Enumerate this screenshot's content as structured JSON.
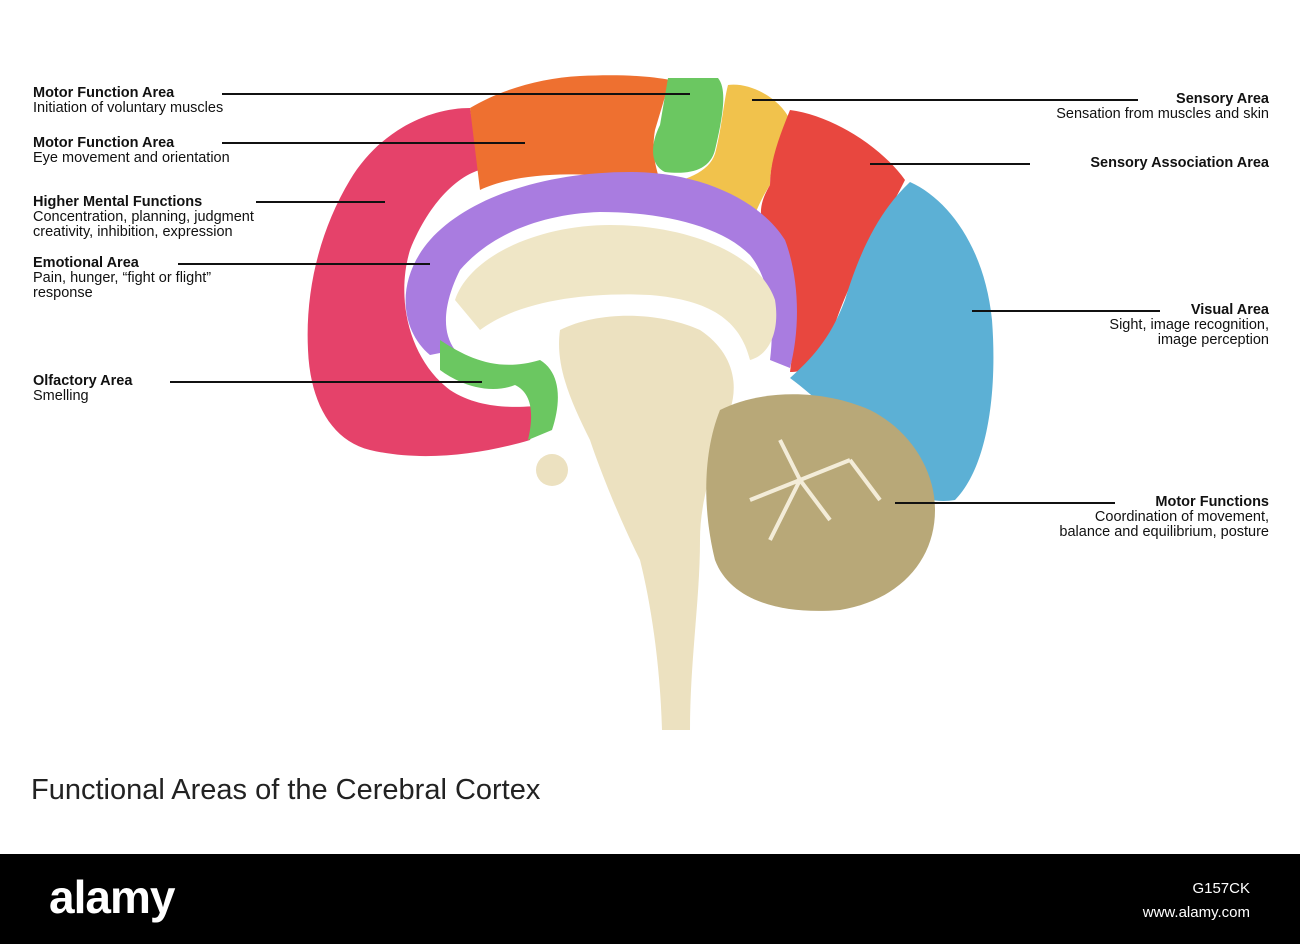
{
  "labels": {
    "motor_voluntary": {
      "title": "Motor Function Area",
      "desc": [
        "Initiation of voluntary muscles"
      ]
    },
    "motor_eye": {
      "title": "Motor Function Area",
      "desc": [
        "Eye movement and orientation"
      ]
    },
    "higher_mental": {
      "title": "Higher Mental Functions",
      "desc": [
        "Concentration, planning, judgment",
        "creativity, inhibition, expression"
      ]
    },
    "emotional": {
      "title": "Emotional Area",
      "desc": [
        "Pain, hunger, “fight or flight”",
        "response"
      ]
    },
    "olfactory": {
      "title": "Olfactory Area",
      "desc": [
        "Smelling"
      ]
    },
    "sensory": {
      "title": "Sensory Area",
      "desc": [
        "Sensation from muscles and skin"
      ]
    },
    "sensory_assoc": {
      "title": "Sensory Association Area",
      "desc": []
    },
    "visual": {
      "title": "Visual Area",
      "desc": [
        "Sight, image recognition,",
        "image perception"
      ]
    },
    "motor_functions": {
      "title": "Motor Functions",
      "desc": [
        "Coordination of movement,",
        "balance and equilibrium, posture"
      ]
    }
  },
  "title": "Functional Areas of the Cerebral Cortex",
  "footer": {
    "logo": "alamy",
    "image_id": "G157CK",
    "site": "www.alamy.com"
  },
  "colors": {
    "prefrontal": "#e5426a",
    "motor": "#ee7030",
    "eye_field_green": "#6bc761",
    "sensory_yellow": "#f1c24c",
    "sensory_assoc_red": "#e8473f",
    "visual_blue": "#5cb0d5",
    "limbic_purple": "#a97ce0",
    "olfactory_green": "#6bc761",
    "brainstem": "#ece1c0",
    "cerebellum": "#b8a878",
    "footer_bg": "#000000"
  }
}
